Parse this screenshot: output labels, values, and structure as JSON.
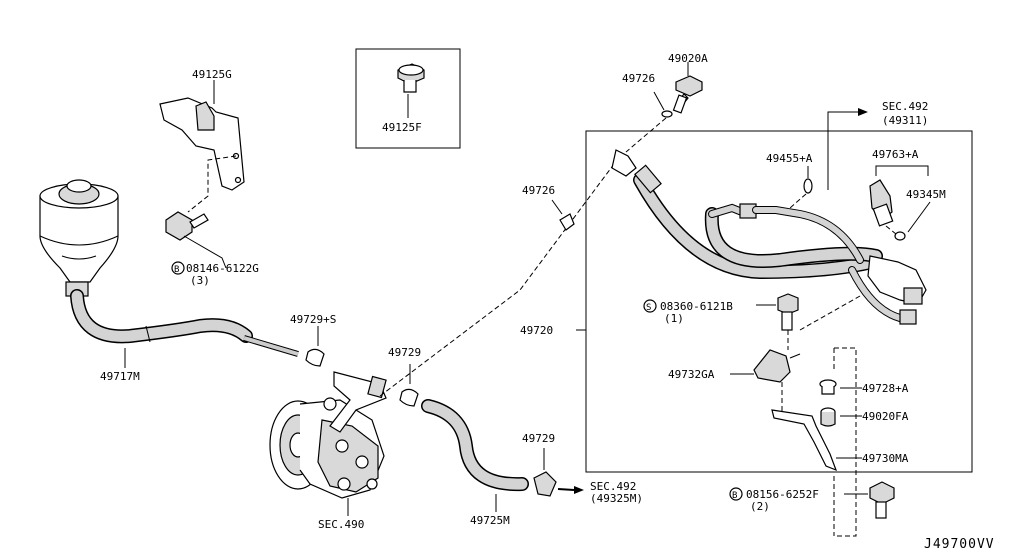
{
  "diagram": {
    "code": "J49700VV",
    "labels": {
      "p49125G": "49125G",
      "p49125F": "49125F",
      "p49020A": "49020A",
      "p49726_top": "49726",
      "sec492_top_a": "SEC.492",
      "sec492_top_b": "(49311)",
      "p49455A": "49455+A",
      "p49763A": "49763+A",
      "p49345M": "49345M",
      "p49726_mid": "49726",
      "bolt_08146": "08146-6122G",
      "bolt_08146_qty": "(3)",
      "p49729S": "49729+S",
      "p49729_mid": "49729",
      "p49717M": "49717M",
      "p49720": "49720",
      "bolt_08360": "08360-6121B",
      "bolt_08360_qty": "(1)",
      "p49732GA": "49732GA",
      "p49728A": "49728+A",
      "p49020FA": "49020FA",
      "p49730MA": "49730MA",
      "p49729_low": "49729",
      "sec492_low_a": "SEC.492",
      "sec492_low_b": "(49325M)",
      "p49725M": "49725M",
      "sec490": "SEC.490",
      "bolt_08156": "08156-6252F",
      "bolt_08156_qty": "(2)",
      "prefix_B": "B",
      "prefix_S": "S"
    }
  }
}
